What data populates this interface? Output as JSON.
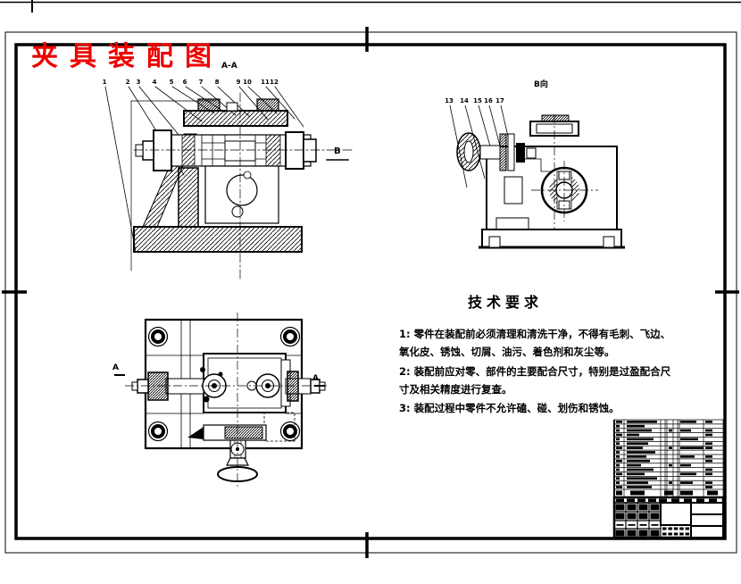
{
  "sheet": {
    "title": "夹具装配图",
    "title_color": "#ee0000"
  },
  "views": {
    "front": {
      "section_label": "A-A",
      "direction_label": "B",
      "callouts": [
        "1",
        "2",
        "3",
        "4",
        "5",
        "6",
        "7",
        "8",
        "9",
        "10",
        "11",
        "12"
      ]
    },
    "side": {
      "view_label": "B向",
      "callouts": [
        "13",
        "14",
        "15",
        "16",
        "17"
      ]
    },
    "top": {
      "section_arrow_left": "A",
      "section_arrow_right": "A"
    }
  },
  "tech_requirements": {
    "title": "技术要求",
    "lines": [
      "1: 零件在装配前必须清理和清洗干净，不得有毛刺、飞边、",
      "氧化皮、锈蚀、切屑、油污、着色剂和灰尘等。",
      "2: 装配前应对零、部件的主要配合尺寸，特别是过盈配合尺",
      "寸及相关精度进行复查。",
      "3: 装配过程中零件不允许磕、碰、划伤和锈蚀。"
    ]
  }
}
